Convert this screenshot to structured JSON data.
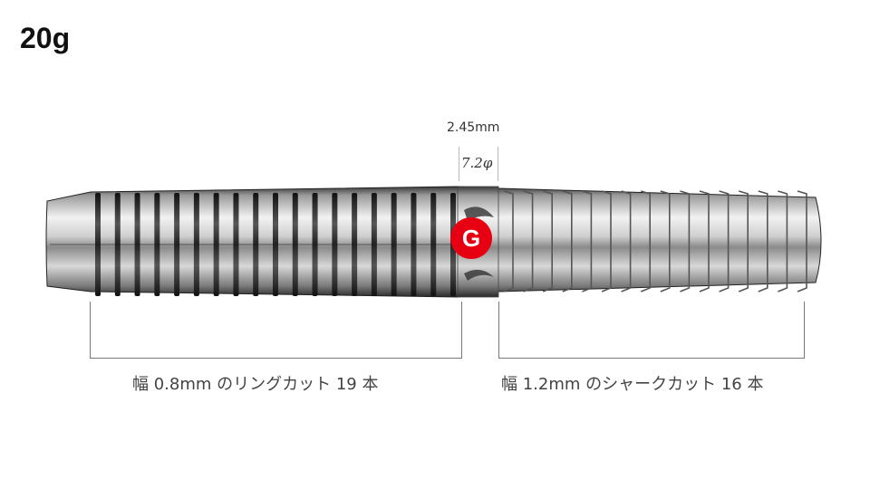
{
  "weight": "20g",
  "dimensions": {
    "length": "2.45mm",
    "diameter": "7.2φ"
  },
  "logo_badge": "G",
  "cuts": {
    "ring_cut": "幅 0.8mm のリングカット 19 本",
    "shark_cut": "幅 1.2mm のシャークカット 16 本"
  },
  "colors": {
    "badge_red": "#e60012",
    "steel_light": "#eeeeee",
    "steel_dark": "#555555"
  }
}
